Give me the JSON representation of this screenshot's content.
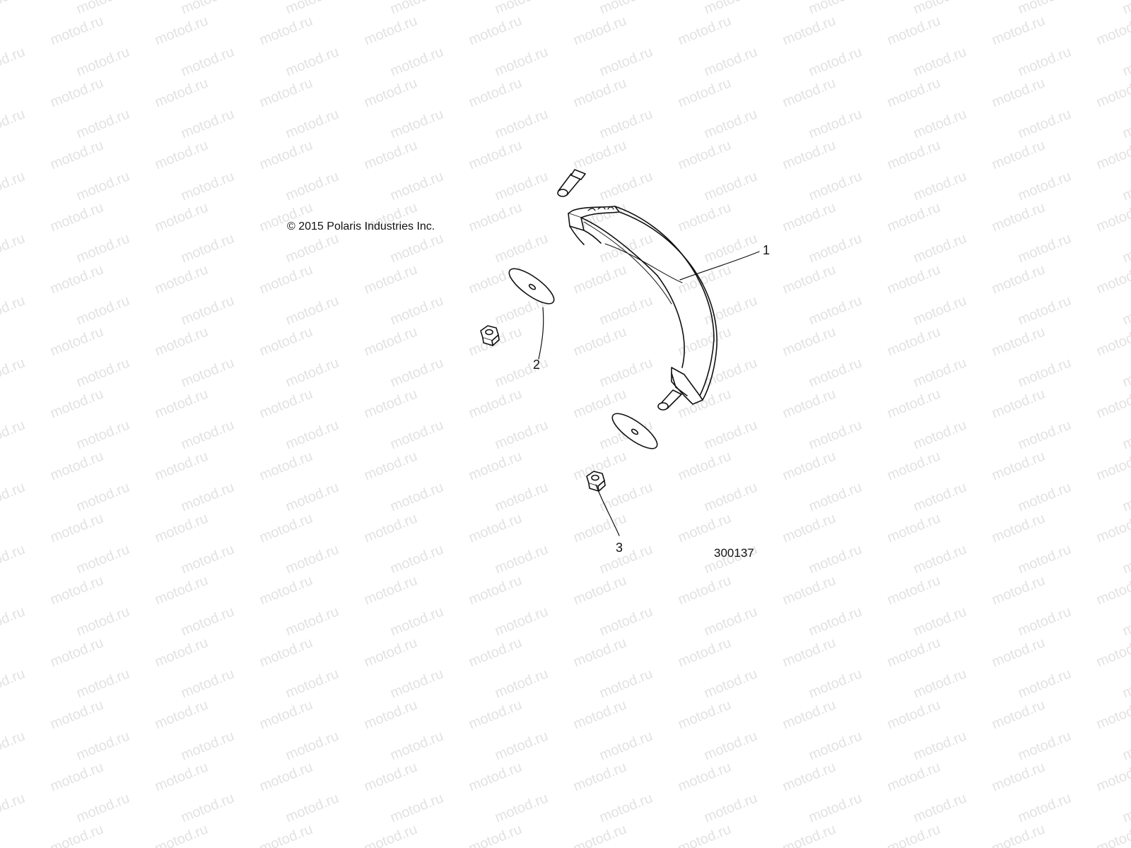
{
  "watermark": {
    "text": "motod.ru",
    "color": "#e2e2e2"
  },
  "copyright": "© 2015 Polaris Industries Inc.",
  "figure_number": "300137",
  "callouts": [
    {
      "number": "1",
      "part": "handle"
    },
    {
      "number": "2",
      "part": "washer"
    },
    {
      "number": "3",
      "part": "nut"
    }
  ],
  "colors": {
    "line": "#111111",
    "background": "#ffffff"
  }
}
